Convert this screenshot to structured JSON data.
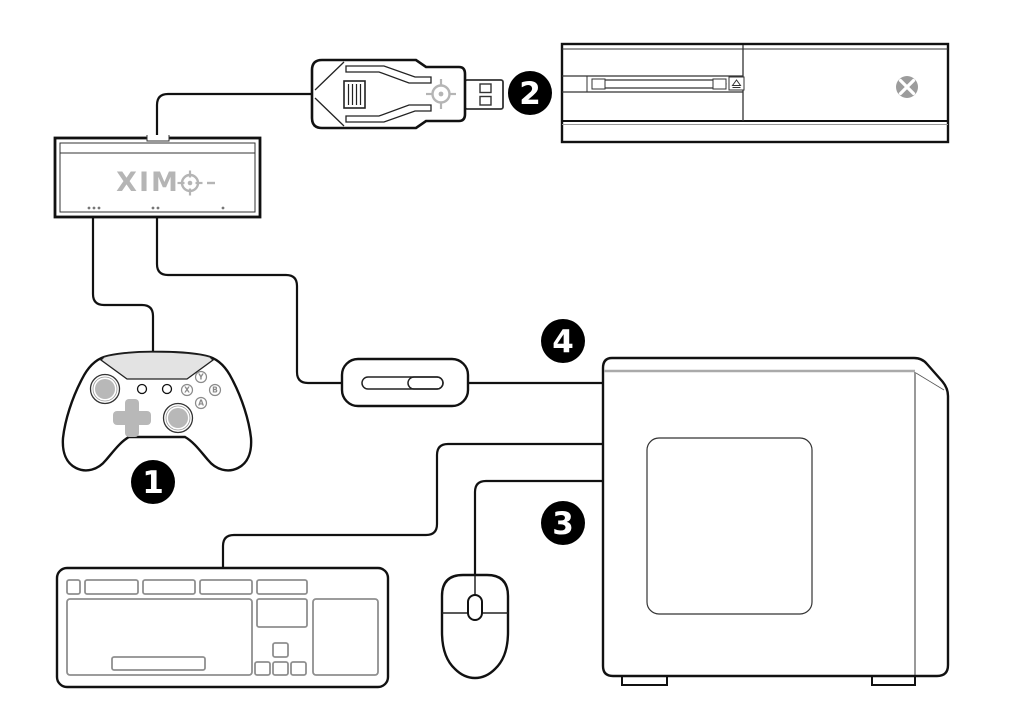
{
  "colors": {
    "background": "#ffffff",
    "outline": "#111111",
    "logo_gray": "#b5b5b5",
    "fill_gray": "#b8b8b8",
    "band_gray": "#e3e3e3",
    "key_outline_gray": "#8f8f8f",
    "callout_bg": "#000000",
    "callout_text": "#ffffff"
  },
  "xim_adapter": {
    "logo_text": "XIM"
  },
  "usb_dongle": {
    "callout": "2"
  },
  "controller": {
    "callout": "1",
    "buttons": {
      "y": "Y",
      "x": "X",
      "b": "B",
      "a": "A"
    }
  },
  "inline_connector": {
    "callout": "4"
  },
  "pc_tower": {
    "callout": "3"
  },
  "icons": {
    "xim_crosshair": "crosshair-reticle",
    "dongle_crosshair": "crosshair-reticle",
    "xbox_logo": "xbox-sphere",
    "eject": "eject-triangle"
  }
}
